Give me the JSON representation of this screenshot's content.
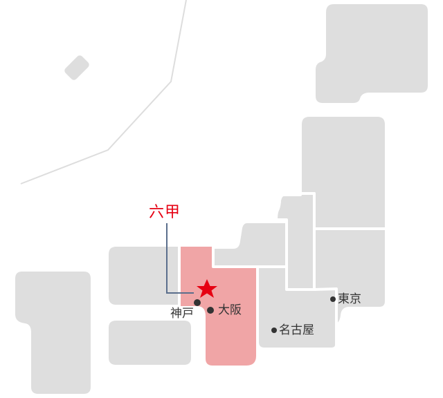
{
  "map": {
    "colors": {
      "region": "#dedede",
      "highlight": "#f0a5a6",
      "callout_text": "#e60012",
      "callout_line": "#5a6e8c",
      "star": "#e60012",
      "boundary_line": "#dddddd",
      "city_text": "#333333"
    },
    "callout": {
      "label": "六甲",
      "marker": "star-icon"
    },
    "cities": [
      {
        "name": "神戸"
      },
      {
        "name": "大阪"
      },
      {
        "name": "名古屋"
      },
      {
        "name": "東京"
      }
    ]
  }
}
